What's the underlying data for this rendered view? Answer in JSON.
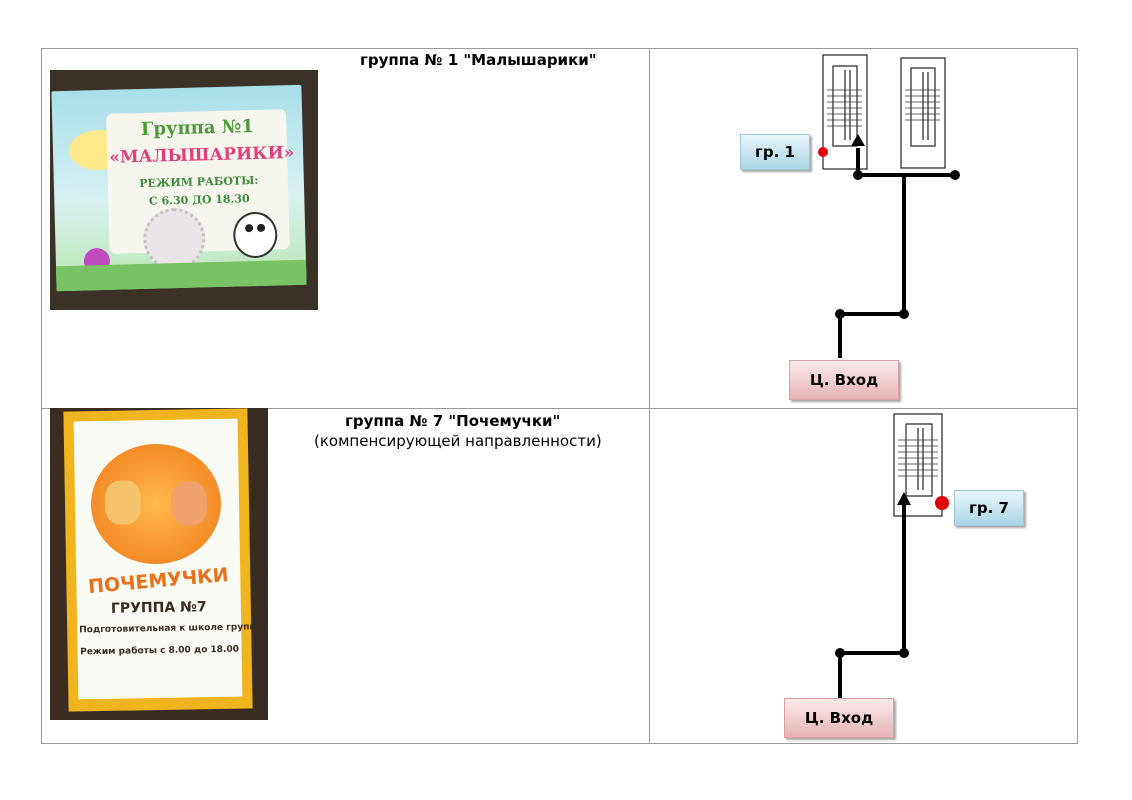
{
  "rows": [
    {
      "title": "группа № 1 \"Малышарики\"",
      "subtitle": "",
      "photo": {
        "sign_line1": "Группа №1",
        "sign_line2": "«МАЛЫШАРИКИ»",
        "sign_line3": "РЕЖИМ РАБОТЫ:",
        "sign_line4": "С 6.30 ДО 18.30"
      },
      "map": {
        "group_label": "гр. 1",
        "entrance_label": "Ц. Вход"
      }
    },
    {
      "title": "группа № 7 \"Почемучки\"",
      "subtitle": "(компенсирующей направленности)",
      "photo": {
        "sign_line1": "ПОЧЕМУЧКИ",
        "sign_line2": "ГРУППА №7",
        "sign_line3": "Подготовительная к школе группа",
        "sign_line4": "Режим работы с 8.00 до 18.00"
      },
      "map": {
        "group_label": "гр. 7",
        "entrance_label": "Ц. Вход"
      }
    }
  ],
  "colors": {
    "border": "#9a9a9a",
    "path": "#000000",
    "group_marker": "#e00000",
    "label_blue": "#a9d6e7",
    "label_pink": "#e8b4b8"
  }
}
